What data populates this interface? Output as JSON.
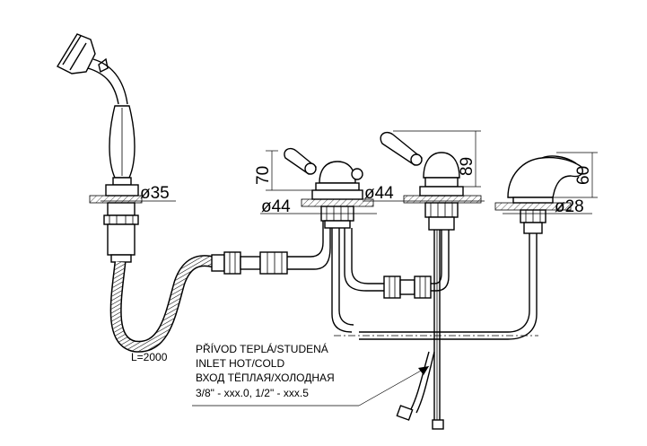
{
  "dimensions": {
    "handshower_diameter": "ø35",
    "hose_length": "L=2000",
    "tap_left_height": "70",
    "tap_left_diameter": "ø44",
    "tap_right_height": "89",
    "tap_right_diameter": "ø44",
    "spout_height": "60",
    "spout_diameter": "ø28"
  },
  "note": {
    "line1": "PŘÍVOD TEPLÁ/STUDENÁ",
    "line2": "INLET HOT/COLD",
    "line3": "ВХОД ТЁПЛАЯ/ХОЛОДНАЯ",
    "line4": "3/8\" - xxx.0, 1/2\" - xxx.5"
  }
}
